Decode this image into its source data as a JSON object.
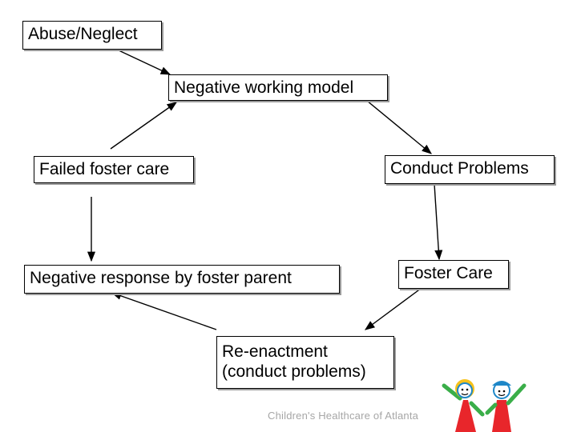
{
  "nodes": {
    "abuse": "Abuse/Neglect",
    "working_model": "Negative working model",
    "conduct_problems": "Conduct Problems",
    "foster_care": "Foster Care",
    "reenactment_line1": "Re-enactment",
    "reenactment_line2": "(conduct problems)",
    "negative_response": "Negative response by foster parent",
    "failed_foster_care": "Failed foster care"
  },
  "footer": {
    "organization": "Children's Healthcare of Atlanta"
  },
  "colors": {
    "box_border": "#000000",
    "box_shadow": "#9a9a9a",
    "arrow": "#000000",
    "footer_text": "#a6a6a6",
    "logo_red": "#e8262b",
    "logo_blue": "#1e87c8",
    "logo_green": "#3aae49",
    "logo_yellow": "#f7c21a"
  }
}
